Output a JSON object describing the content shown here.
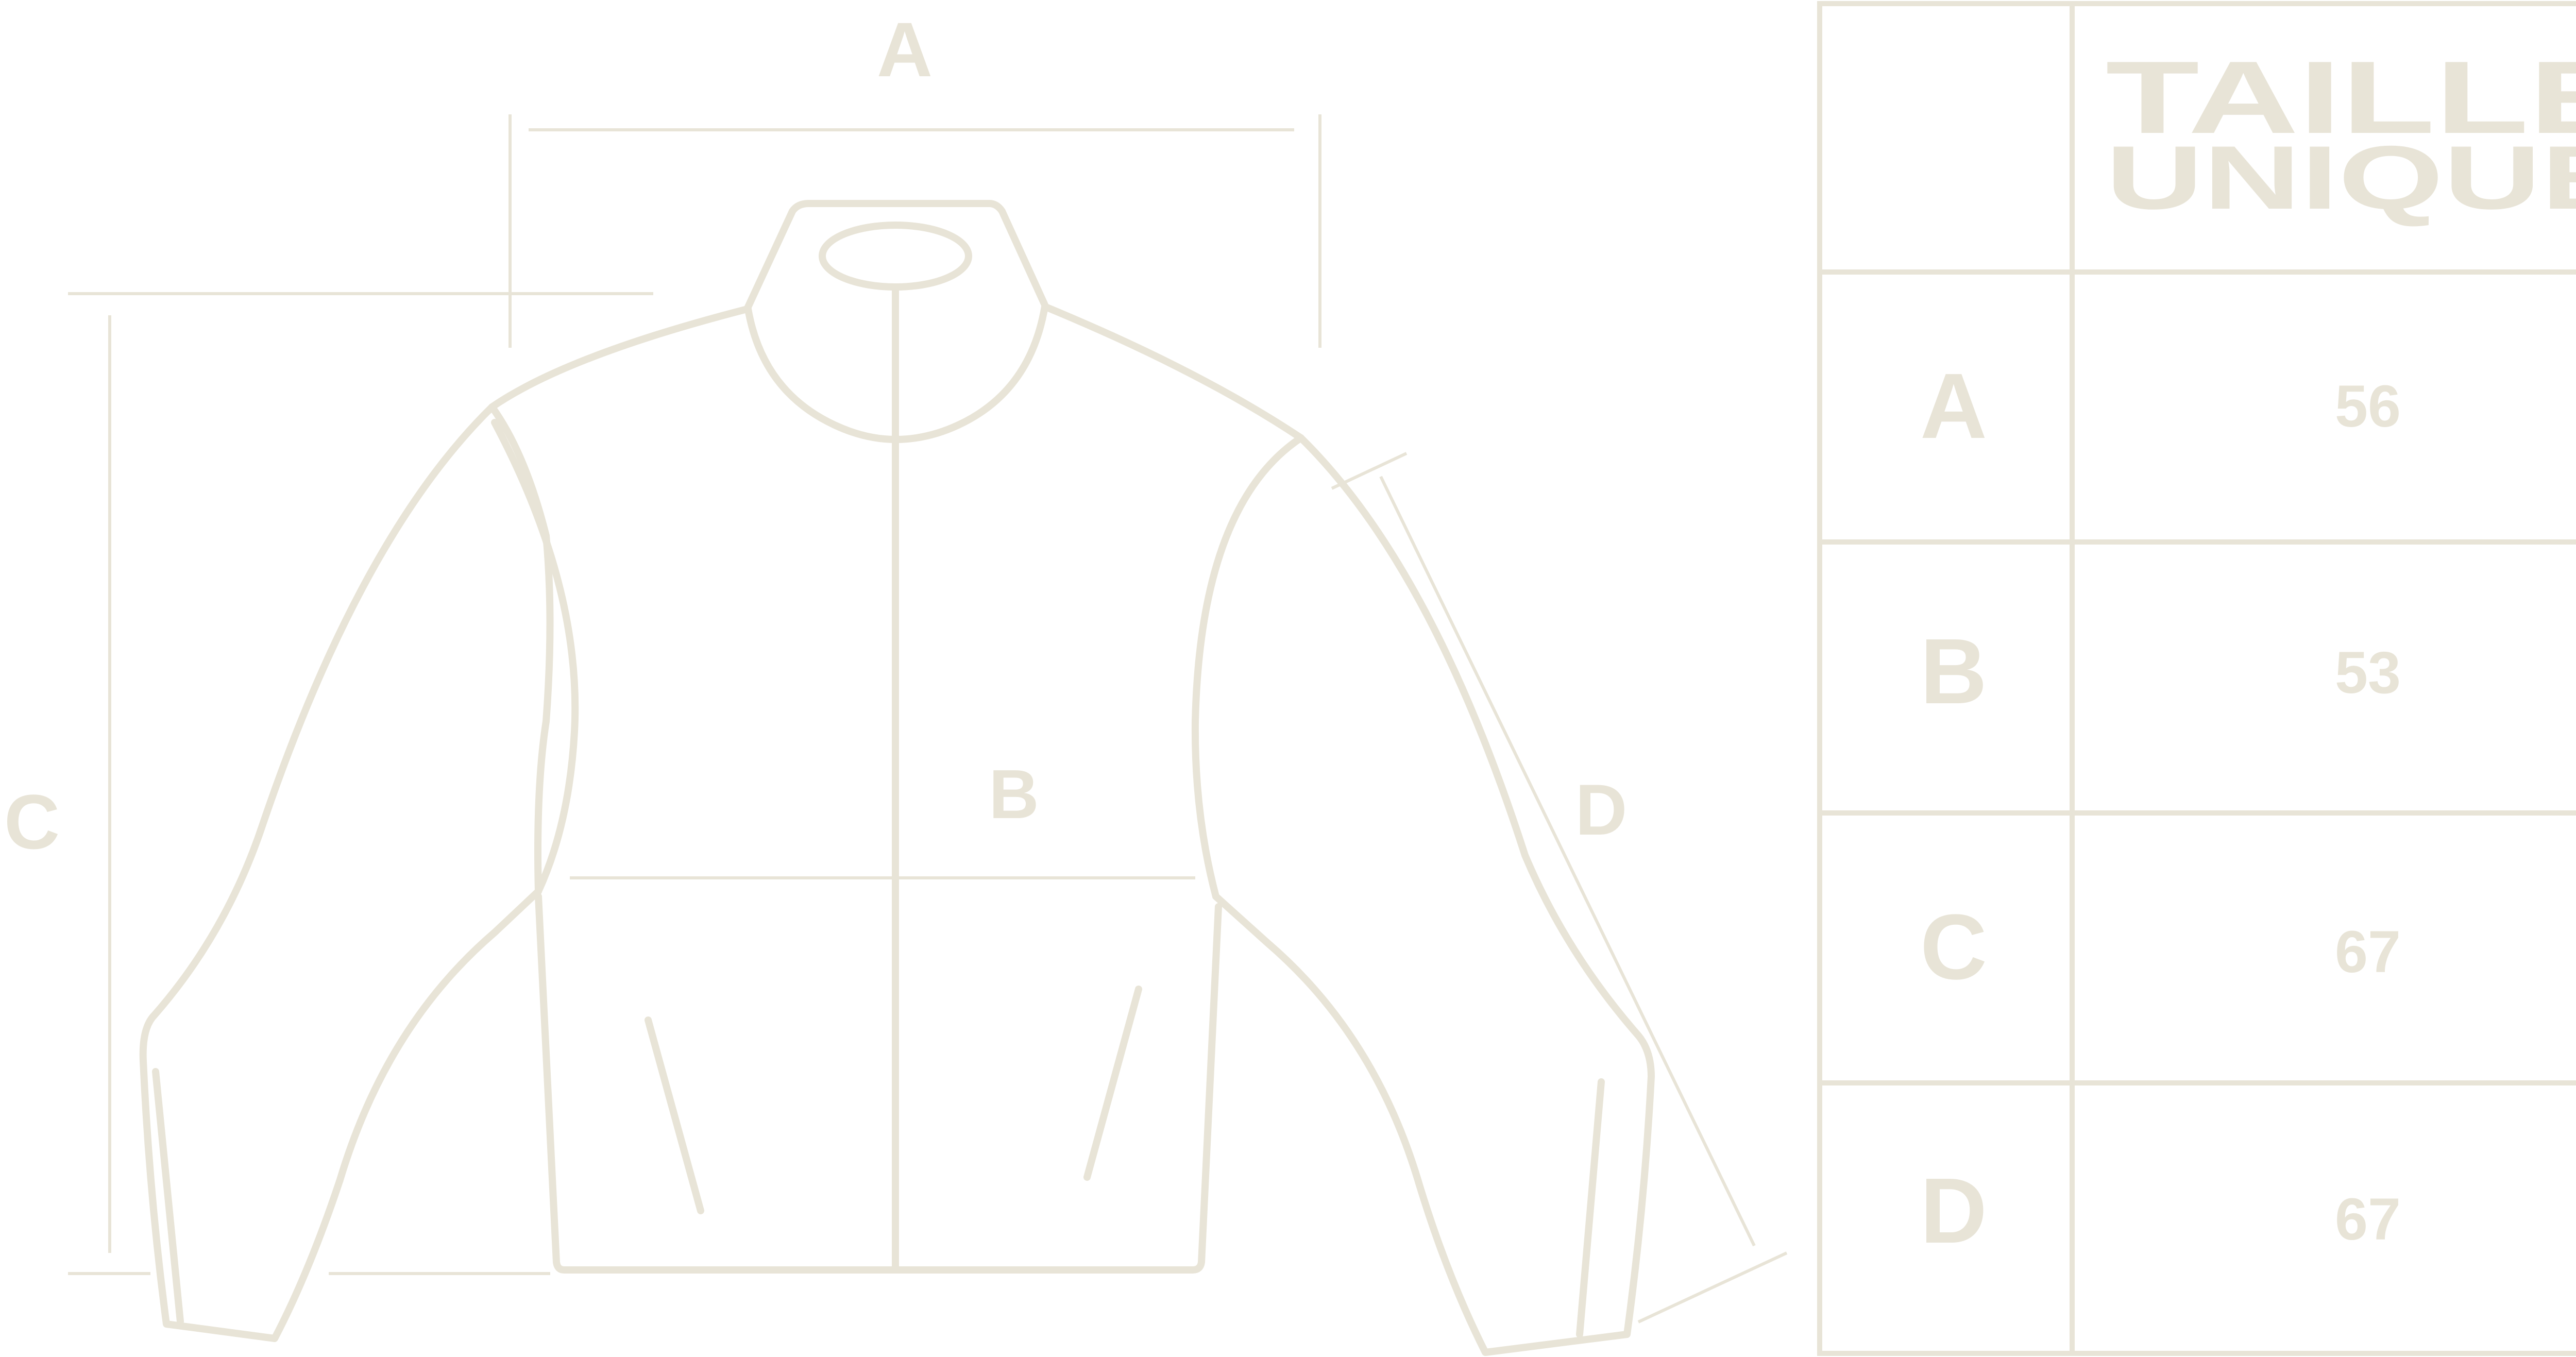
{
  "colors": {
    "line": "#e8e4d7",
    "background": "#ffffff"
  },
  "diagram": {
    "labels": {
      "a": "A",
      "b": "B",
      "c": "C",
      "d": "D"
    }
  },
  "size_table": {
    "header": {
      "line1": "TAILLE",
      "line2": "UNIQUE"
    },
    "rows": [
      {
        "label": "A",
        "value": "56"
      },
      {
        "label": "B",
        "value": "53"
      },
      {
        "label": "C",
        "value": "67"
      },
      {
        "label": "D",
        "value": "67"
      }
    ]
  }
}
